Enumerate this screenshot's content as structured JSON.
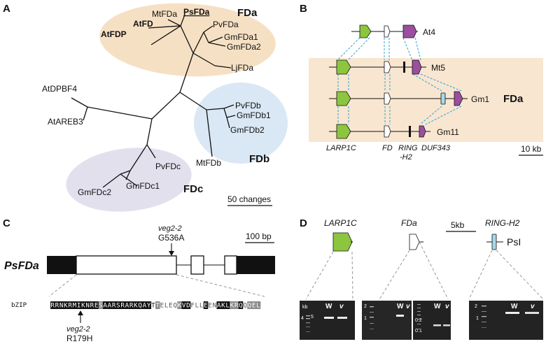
{
  "panels": {
    "a": "A",
    "b": "B",
    "c": "C",
    "d": "D"
  },
  "panel_a": {
    "groups": {
      "fda": "FDa",
      "fdb": "FDb",
      "fdc": "FDc"
    },
    "leaves": {
      "mtfda": "MtFDa",
      "psfda": "PsFDa",
      "atfd": "AtFD",
      "atfdp": "AtFDP",
      "pvfda": "PvFDa",
      "gmfda1": "GmFDa1",
      "gmfda2": "GmFDa2",
      "ljfda": "LjFDa",
      "atdpbf4": "AtDPBF4",
      "atareb3": "AtAREB3",
      "pvfdb": "PvFDb",
      "gmfdb1": "GmFDb1",
      "gmfdb2": "GmFDb2",
      "mtfdb": "MtFDb",
      "pvfdc": "PvFDc",
      "gmfdc1": "GmFDc1",
      "gmfdc2": "GmFDc2"
    },
    "scale": "50 changes",
    "colors": {
      "fda": "#f6e0c4",
      "fdb": "#d9e8f4",
      "fdc": "#e3e0ee"
    }
  },
  "panel_b": {
    "rows": [
      "At4",
      "Mt5",
      "Gm1",
      "Gm11"
    ],
    "group": "FDa",
    "genes": {
      "larp1c": "LARP1C",
      "fd": "FD",
      "ring": "RING",
      "ring2": "-H2",
      "duf": "DUF343"
    },
    "scale": "10 kb",
    "colors": {
      "larp1c": "#8cc63f",
      "duf": "#9b4f9f",
      "band": "#f8e6d0",
      "link": "#29a3dc"
    }
  },
  "panel_c": {
    "gene": "PsFDa",
    "mutation": {
      "name": "veg2-2",
      "nt": "G536A",
      "aa": "R179H"
    },
    "scale": "100 bp",
    "bzip_label": "bZIP",
    "bzip_seq": "RRNKRMIKNRESAARSRARKQAYTTELEQKVDFLLEENAKLKRQQQEL"
  },
  "panel_d": {
    "genes": {
      "larp1c": "LARP1C",
      "fda": "FDa",
      "ring": "RING-H2"
    },
    "scale": "5kb",
    "psi": "PsI",
    "gel_labels": {
      "kb": "kb",
      "w": "W",
      "v": "v",
      "m4": "4",
      "m5": "5",
      "m2": "2",
      "m1": "1",
      "m02": "0.2",
      "m01": "0.1"
    }
  }
}
